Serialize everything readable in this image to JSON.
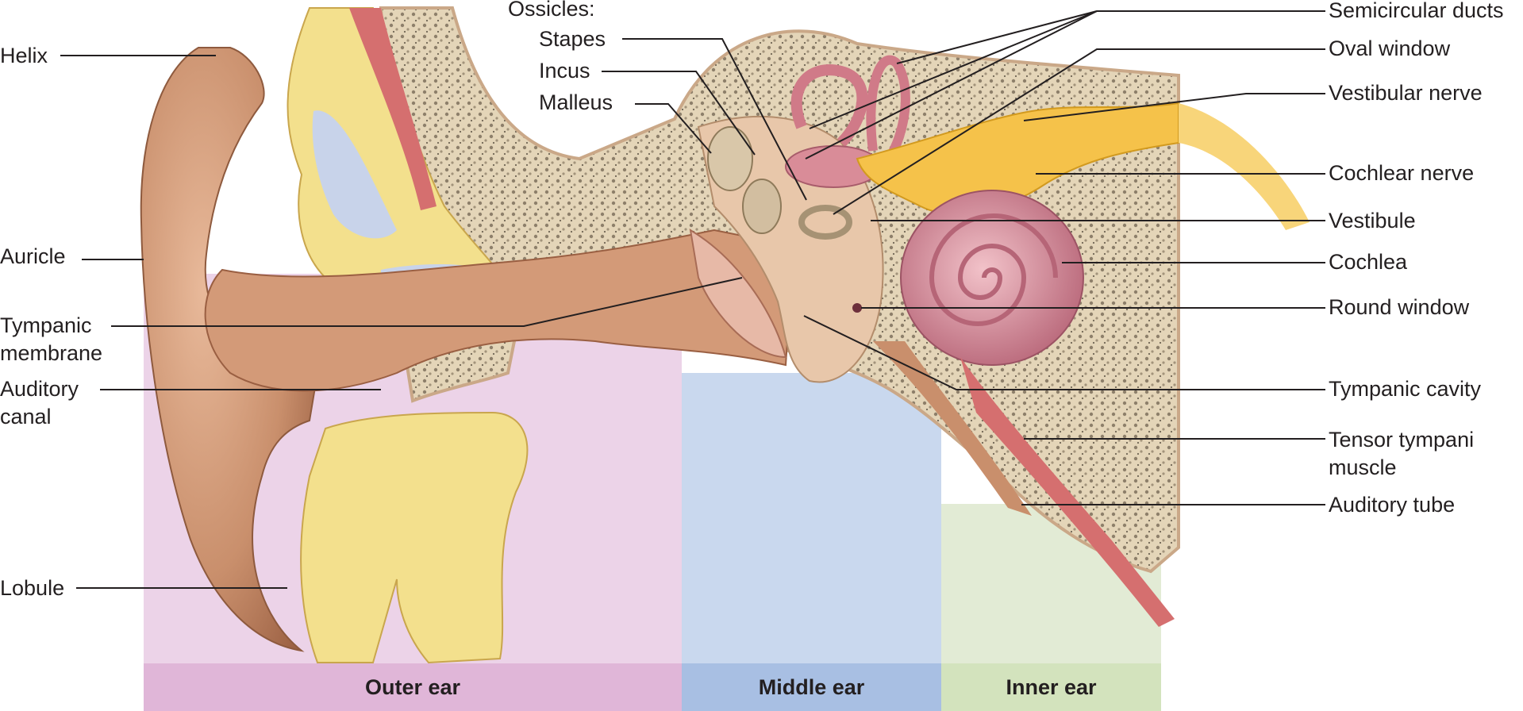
{
  "labels_left": {
    "helix": "Helix",
    "auricle": "Auricle",
    "tympanic_membrane": "Tympanic\nmembrane",
    "auditory_canal": "Auditory\ncanal",
    "lobule": "Lobule"
  },
  "labels_top": {
    "ossicles": "Ossicles:",
    "stapes": "Stapes",
    "incus": "Incus",
    "malleus": "Malleus"
  },
  "labels_right": {
    "semicircular_ducts": "Semicircular ducts",
    "oval_window": "Oval window",
    "vestibular_nerve": "Vestibular nerve",
    "cochlear_nerve": "Cochlear nerve",
    "vestibule": "Vestibule",
    "cochlea": "Cochlea",
    "round_window": "Round window",
    "tympanic_cavity": "Tympanic cavity",
    "tensor_tympani": "Tensor tympani\nmuscle",
    "auditory_tube": "Auditory tube"
  },
  "zones": {
    "outer": "Outer ear",
    "middle": "Middle ear",
    "inner": "Inner ear"
  },
  "colors": {
    "outer_zone": "#ecd3e8",
    "outer_bar": "#e0b6d8",
    "middle_zone": "#c9d8ee",
    "middle_bar": "#a8bfe3",
    "inner_zone": "#e2ebd5",
    "inner_bar": "#d3e3bd",
    "skin": "#c98f6c",
    "bone": "#eadcc2",
    "cartilage": "#f3e08d",
    "cochlea": "#d58e9c",
    "nerve": "#f5c24a",
    "muscle": "#d56f6f",
    "leader_line": "#231f20"
  }
}
